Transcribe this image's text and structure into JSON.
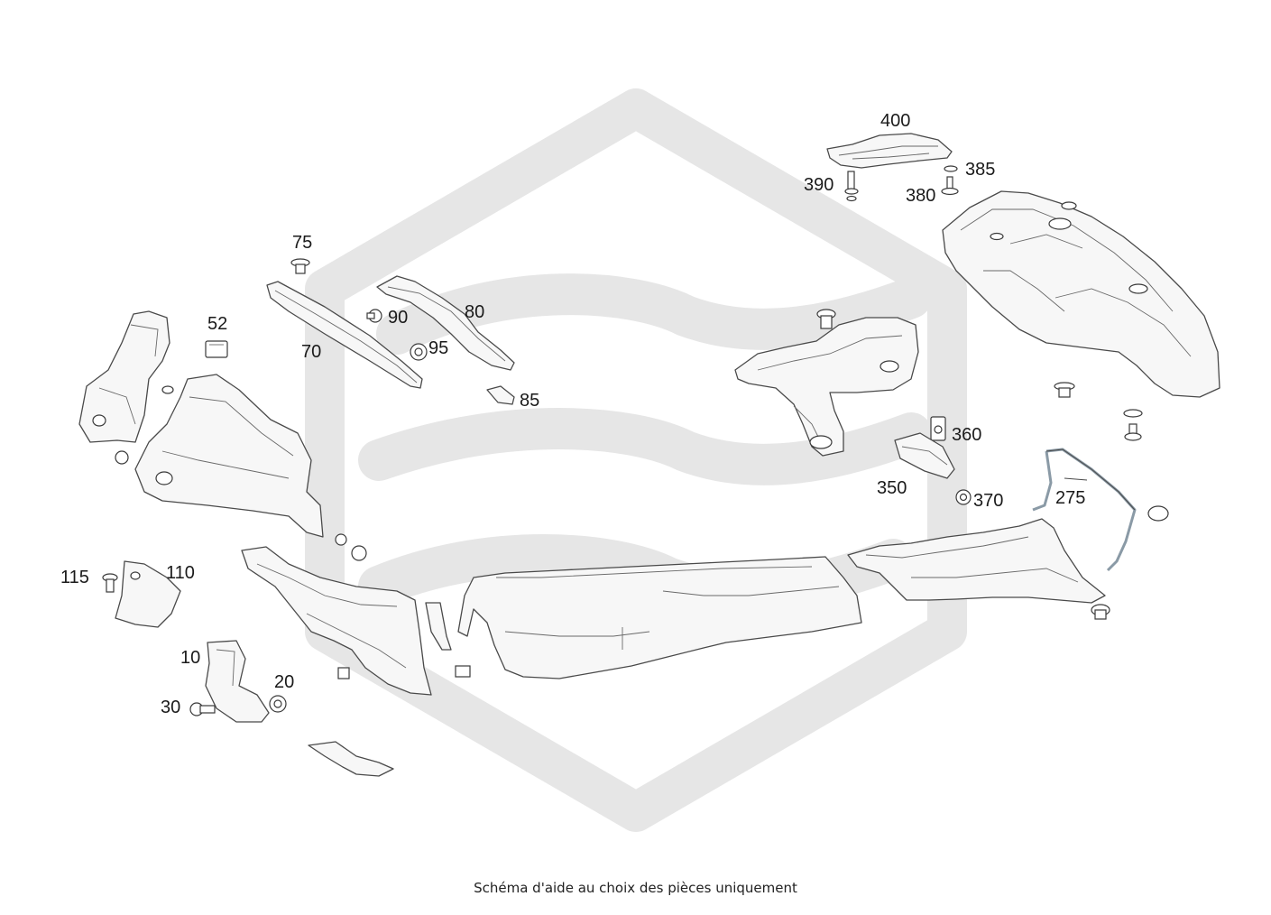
{
  "diagram": {
    "caption": "Schéma d'aide au choix des pièces uniquement",
    "watermark_color": "#e6e6e6",
    "line_color": "#4a4a4a",
    "strap_color": "#8a9aa6",
    "callouts": {
      "c400": "400",
      "c385": "385",
      "c390": "390",
      "c380": "380",
      "c75": "75",
      "c52": "52",
      "c80": "80",
      "c90": "90",
      "c95": "95",
      "c70": "70",
      "c85": "85",
      "c360": "360",
      "c350": "350",
      "c370": "370",
      "c275": "275",
      "c115": "115",
      "c110": "110",
      "c10": "10",
      "c20": "20",
      "c30": "30"
    }
  }
}
